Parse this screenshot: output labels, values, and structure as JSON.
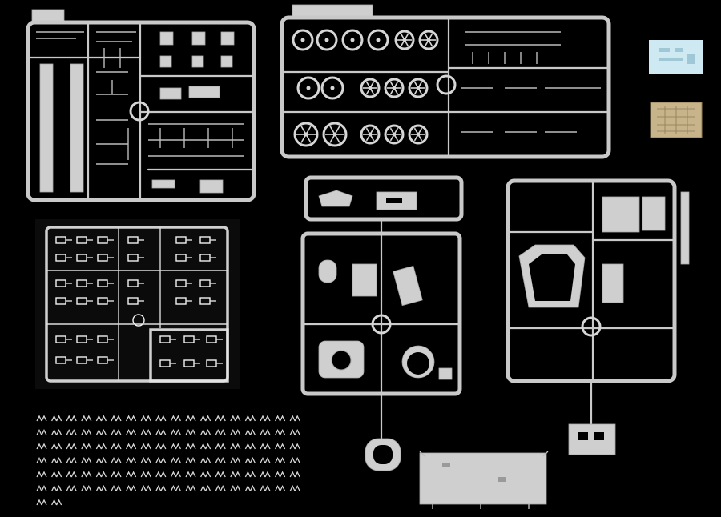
{
  "page": {
    "background": "#000000"
  },
  "colors": {
    "sprue_grey": "#c9c9c9",
    "clear_sprue": "#e6e6e6",
    "decal_blue": "#cfe9f2",
    "photo_etch": "#c8b48a",
    "track_links": "#d8d8d8"
  },
  "sprues": [
    {
      "id": "grey-sprue-a",
      "color": "#c9c9c9"
    },
    {
      "id": "grey-sprue-b",
      "color": "#c9c9c9"
    },
    {
      "id": "clear-sprue",
      "color": "#e6e6e6"
    },
    {
      "id": "grey-sprue-c",
      "color": "#c9c9c9"
    },
    {
      "id": "grey-sprue-d",
      "color": "#c9c9c9"
    },
    {
      "id": "lower-hull",
      "color": "#c9c9c9"
    }
  ],
  "extras": [
    {
      "id": "decal-sheet",
      "color": "#cfe9f2"
    },
    {
      "id": "photo-etch-fret",
      "color": "#c8b48a"
    },
    {
      "id": "track-links",
      "color": "#d8d8d8"
    }
  ]
}
